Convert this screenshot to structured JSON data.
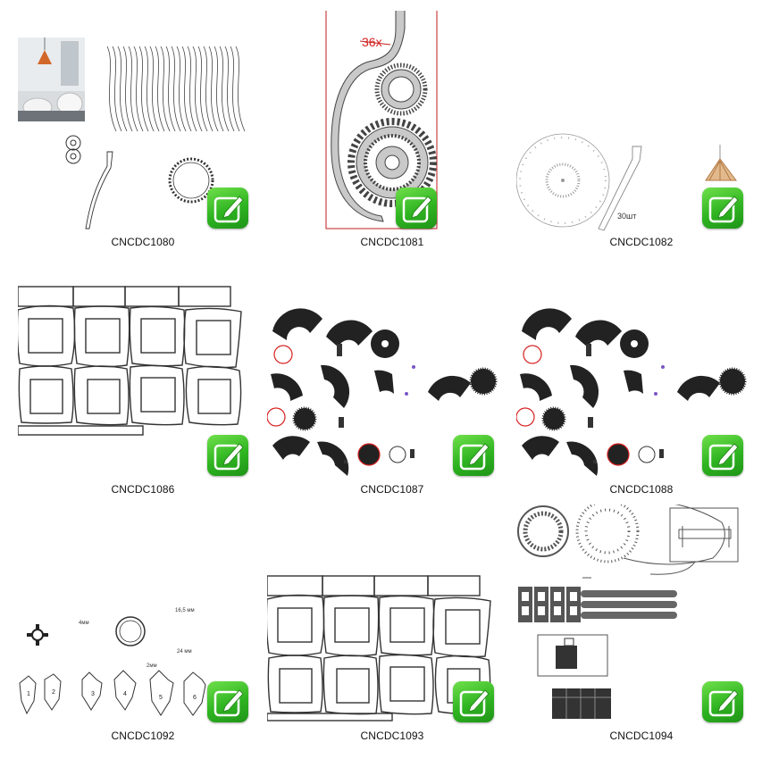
{
  "items": [
    {
      "code": "CNCDC1080"
    },
    {
      "code": "CNCDC1081",
      "annotation": "36х"
    },
    {
      "code": "CNCDC1082",
      "annotation": "30шт"
    },
    {
      "code": "CNCDC1086"
    },
    {
      "code": "CNCDC1087"
    },
    {
      "code": "CNCDC1088"
    },
    {
      "code": "CNCDC1092",
      "labels": [
        "4мм",
        "16,5 мм",
        "24 мм",
        "2мм",
        "1",
        "2",
        "3",
        "4",
        "5",
        "6"
      ]
    },
    {
      "code": "CNCDC1093"
    },
    {
      "code": "CNCDC1094"
    }
  ],
  "badge_icon": "pencil-icon",
  "colors": {
    "badge": "#2fb421",
    "caption": "#111111",
    "annotation_red": "#d62020"
  }
}
